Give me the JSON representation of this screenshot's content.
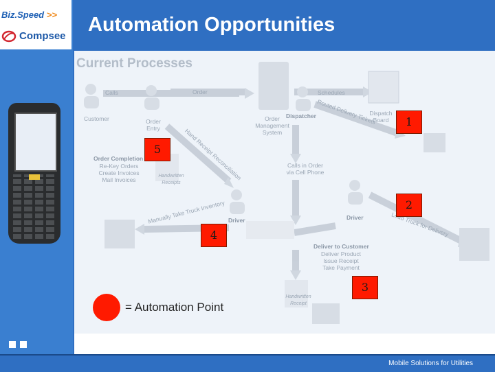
{
  "branding": {
    "bizspeed": "Biz.Speed",
    "bizspeed_arrows": ">>",
    "compsee": "Compsee"
  },
  "slide": {
    "title": "Automation Opportunities"
  },
  "diagram": {
    "heading": "Current Processes",
    "calls": "Calls",
    "order": "Order",
    "schedules": "Schedules",
    "customer": "Customer",
    "order_entry": "Order Entry",
    "order_management_system": "Order Management System",
    "dispatcher": "Dispatcher",
    "dispatch_board": "Dispatch Board",
    "order_completion": "Order Completion",
    "order_completion_steps": [
      "Re-Key Orders",
      "Create Invoices",
      "Mail Invoices"
    ],
    "handwritten_receipts": "Handwritten Receipts",
    "calls_in_order": "Calls in Order",
    "via_cell_phone": "via Cell Phone",
    "driver": "Driver",
    "driver_2": "Driver",
    "deliver_to_customer": "Deliver to Customer",
    "deliver_steps": [
      "Deliver Product",
      "Issue Receipt",
      "Take Payment"
    ],
    "handwritten_receipt": "Handwritten Receipt",
    "arrow_receipt_reconciliation": "Hand Receipt Reconciliation",
    "arrow_routed_tickets": "Routed Delivery Tickets",
    "arrow_manually_take_truck_inventory": "Manually Take Truck Inventory",
    "arrow_load_truck_for_delivery": "Load Truck for Delivery"
  },
  "markers": [
    "1",
    "5",
    "2",
    "4",
    "3"
  ],
  "legend": {
    "text": "= Automation Point",
    "color": "#ff1a00"
  },
  "footer": {
    "text": "Mobile Solutions for Utilities"
  }
}
